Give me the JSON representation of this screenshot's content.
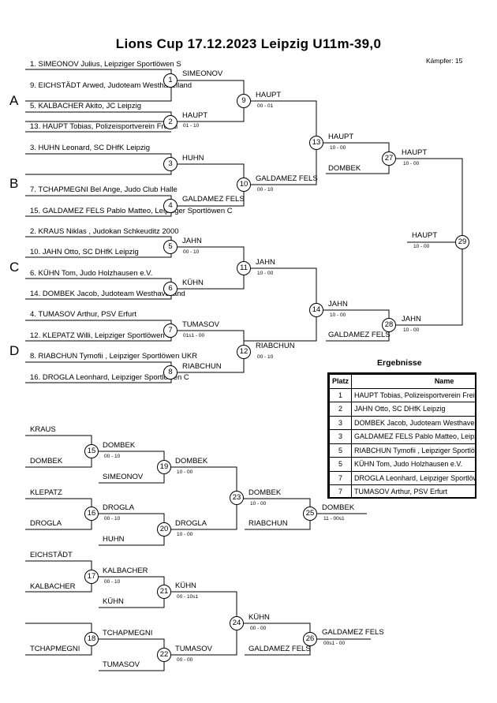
{
  "title": "Lions Cup  17.12.2023  Leipzig   U11m-39,0",
  "fighters_count": "Kämpfer: 15",
  "pools": [
    "A",
    "B",
    "C",
    "D"
  ],
  "entries": [
    "1. SIMEONOV Julius, Leipziger Sportlöwen S",
    "9. EICHSTÄDT Arwed, Judoteam Westhavelland",
    "5. KALBACHER           Akito, JC Leipzig",
    "13. HAUPT Tobias, Polizeisportverein Freital",
    "3. HUHN Leonard, SC DHfK Leipzig",
    "7. TCHAPMEGNI Bel Ange, Judo Club Halle",
    "15. GALDAMEZ FELS Pablo Matteo, Leipziger Sportlöwen C",
    "2. KRAUS Niklas , Judokan Schkeuditz 2000",
    "10. JAHN Otto, SC DHfK Leipzig",
    "6. KÜHN Tom, Judo Holzhausen e.V.",
    "14. DOMBEK Jacob, Judoteam Westhavelland",
    "4. TUMASOV Arthur, PSV Erfurt",
    "12. KLEPATZ Willi, Leipziger Sportlöwen S",
    "8. RIABCHUN Tymofii , Leipziger Sportlöwen UKR",
    "16. DROGLA Leonhard, Leipziger Sportlöwen C"
  ],
  "match_numbers": [
    "1",
    "2",
    "3",
    "4",
    "5",
    "6",
    "7",
    "8",
    "9",
    "10",
    "11",
    "12",
    "13",
    "14",
    "15",
    "16",
    "17",
    "18",
    "19",
    "20",
    "21",
    "22",
    "23",
    "24",
    "25",
    "26",
    "27",
    "28",
    "29"
  ],
  "winners": {
    "m1": "SIMEONOV",
    "m2": "HAUPT",
    "m2s": "01 - 10",
    "m3": "HUHN",
    "m4": "GALDAMEZ FELS",
    "m5": "JAHN",
    "m5s": "00 - 10",
    "m6": "KÜHN",
    "m7": "TUMASOV",
    "m7s": "01s1 - 00",
    "m8": "RIABCHUN",
    "m9": "HAUPT",
    "m9s": "00 - 01",
    "m10": "GALDAMEZ FELS",
    "m10s": "00 - 10",
    "m11": "JAHN",
    "m11s": "10 - 00",
    "m12": "RIABCHUN",
    "m12s": "00 - 10",
    "m13": "HAUPT",
    "m13s": "10 - 00",
    "m13l": "DOMBEK",
    "m14": "JAHN",
    "m14s": "10 - 00",
    "m14l": "GALDAMEZ FELS",
    "m27": "HAUPT",
    "m27s": "10 - 00",
    "m28": "JAHN",
    "m28s": "10 - 00",
    "m29": "HAUPT",
    "m29s": "10 - 00"
  },
  "repechage": {
    "r15a": "KRAUS",
    "r15b": "DOMBEK",
    "w15": "DOMBEK",
    "s15": "00 - 10",
    "q15": "SIMEONOV",
    "w19": "DOMBEK",
    "s19": "10 - 00",
    "r16a": "KLEPATZ",
    "r16b": "DROGLA",
    "w16": "DROGLA",
    "s16": "00 - 10",
    "q16": "HUHN",
    "w20": "DROGLA",
    "s20": "10 - 00",
    "w23": "DOMBEK",
    "s23": "10 - 00",
    "q23": "RIABCHUN",
    "w25": "DOMBEK",
    "s25": "11 - 00s1",
    "r17a": "EICHSTÄDT",
    "r17b": "KALBACHER",
    "w17": "KALBACHER",
    "s17": "00 - 10",
    "q17": "KÜHN",
    "w21": "KÜHN",
    "s21": "00 - 10s1",
    "r18b": "TCHAPMEGNI",
    "w18": "TCHAPMEGNI",
    "q18": "TUMASOV",
    "w22": "TUMASOV",
    "s22": "00 - 00",
    "w24": "KÜHN",
    "s24": "00 - 00",
    "q24": "GALDAMEZ FELS",
    "w26": "GALDAMEZ FELS",
    "s26": "00s1 - 00"
  },
  "results": {
    "title": "Ergebnisse",
    "headers": [
      "Platz",
      "Name"
    ],
    "rows": [
      [
        "1",
        "HAUPT Tobias, Polizeisportverein Freital"
      ],
      [
        "2",
        "JAHN Otto, SC DHfK Leipzig"
      ],
      [
        "3",
        "DOMBEK Jacob, Judoteam Westhavelland"
      ],
      [
        "3",
        "GALDAMEZ FELS Pablo Matteo, Leipziger Sportlöwen C"
      ],
      [
        "5",
        "RIABCHUN Tymofii , Leipziger Sportlöwen UKR"
      ],
      [
        "5",
        "KÜHN Tom, Judo Holzhausen e.V."
      ],
      [
        "7",
        "DROGLA Leonhard, Leipziger Sportlöwen C"
      ],
      [
        "7",
        "TUMASOV Arthur, PSV Erfurt"
      ]
    ]
  }
}
